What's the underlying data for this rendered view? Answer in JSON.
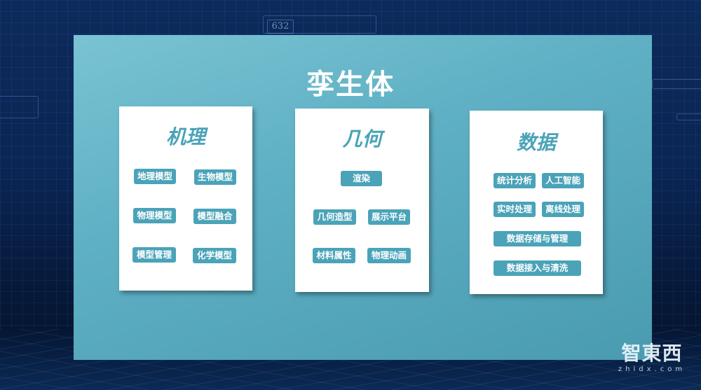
{
  "background": {
    "hud_number": "632",
    "colors": {
      "bg_dark": "#0a2553",
      "panel": "#5fb0c4",
      "accent": "#4aa3b8",
      "card": "#ffffff"
    }
  },
  "slide": {
    "title": "孪生体",
    "cards": [
      {
        "title": "机理",
        "tags": [
          "地理模型",
          "生物模型",
          "物理模型",
          "模型融合",
          "模型管理",
          "化学模型"
        ]
      },
      {
        "title": "几何",
        "tags": [
          "渲染",
          "几何造型",
          "展示平台",
          "材料属性",
          "物理动画"
        ]
      },
      {
        "title": "数据",
        "tags": [
          "统计分析",
          "人工智能",
          "实时处理",
          "离线处理",
          "数据存储与管理",
          "数据接入与清洗"
        ]
      }
    ]
  },
  "watermark": {
    "logo_text": "智東西",
    "domain": "zhidx.com"
  }
}
